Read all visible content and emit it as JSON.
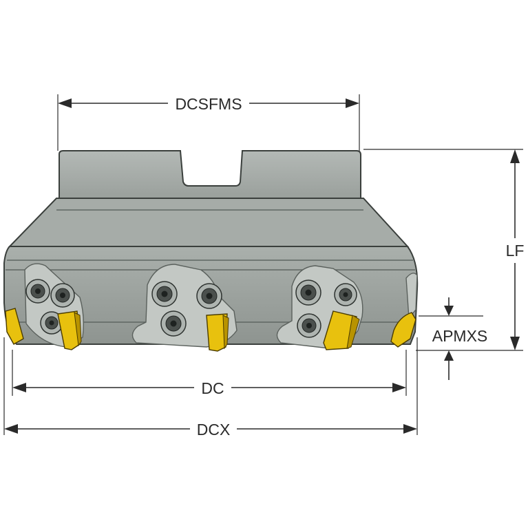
{
  "diagram": {
    "labels": {
      "dcsfms": "DCSFMS",
      "lf": "LF",
      "apmxs": "APMXS",
      "dc": "DC",
      "dcx": "DCX"
    },
    "colors": {
      "body": "#a9aeab",
      "body_shade": "#8f9592",
      "body_light": "#c2c6c3",
      "insert": "#e8c10e",
      "dimension": "#2a2a2a",
      "background": "#ffffff"
    }
  }
}
